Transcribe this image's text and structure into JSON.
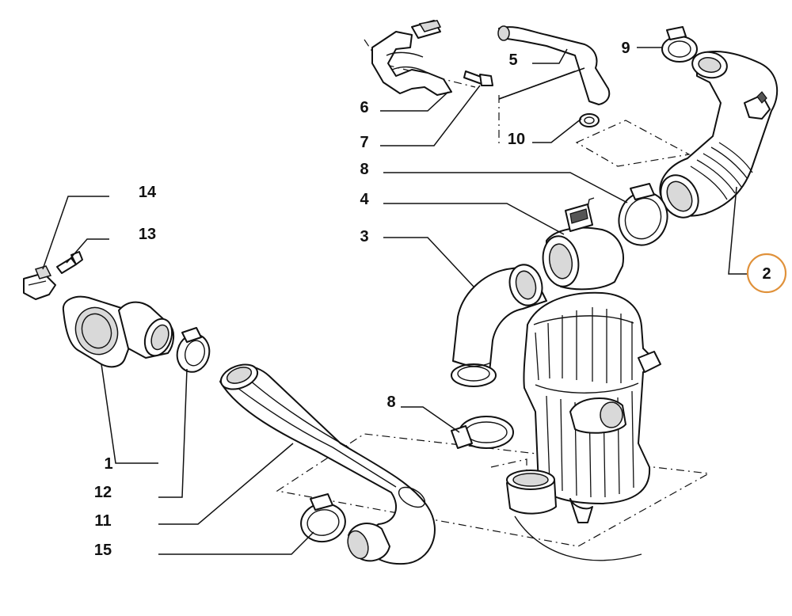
{
  "diagram": {
    "highlight_color": "#e0913a",
    "callouts": [
      {
        "id": "c14",
        "text": "14"
      },
      {
        "id": "c13",
        "text": "13"
      },
      {
        "id": "c1",
        "text": "1"
      },
      {
        "id": "c12",
        "text": "12"
      },
      {
        "id": "c11",
        "text": "11"
      },
      {
        "id": "c15",
        "text": "15"
      },
      {
        "id": "c6",
        "text": "6"
      },
      {
        "id": "c7",
        "text": "7"
      },
      {
        "id": "c5",
        "text": "5"
      },
      {
        "id": "c10",
        "text": "10"
      },
      {
        "id": "c9",
        "text": "9"
      },
      {
        "id": "c8a",
        "text": "8"
      },
      {
        "id": "c4",
        "text": "4"
      },
      {
        "id": "c3",
        "text": "3"
      },
      {
        "id": "c8b",
        "text": "8"
      },
      {
        "id": "c2",
        "text": "2"
      }
    ]
  }
}
